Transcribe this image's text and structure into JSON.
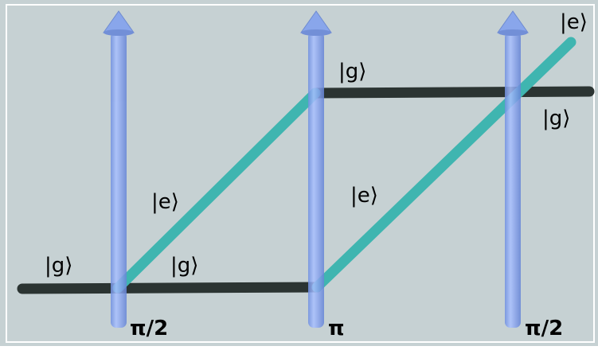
{
  "diagram": {
    "colors": {
      "background": "#c6d1d3",
      "laser_beam": "#7f9ff0",
      "ground_path": "#2b3432",
      "excited_path": "#3fb5b0"
    },
    "pulses": [
      {
        "label": "π/2"
      },
      {
        "label": "π"
      },
      {
        "label": "π/2"
      }
    ],
    "state_labels": {
      "g_left_input": "|g⟩",
      "e_lower_diagonal": "|e⟩",
      "g_lower_horizontal": "|g⟩",
      "g_upper_horizontal": "|g⟩",
      "e_second_diagonal": "|e⟩",
      "e_output": "|e⟩",
      "g_output": "|g⟩"
    }
  }
}
